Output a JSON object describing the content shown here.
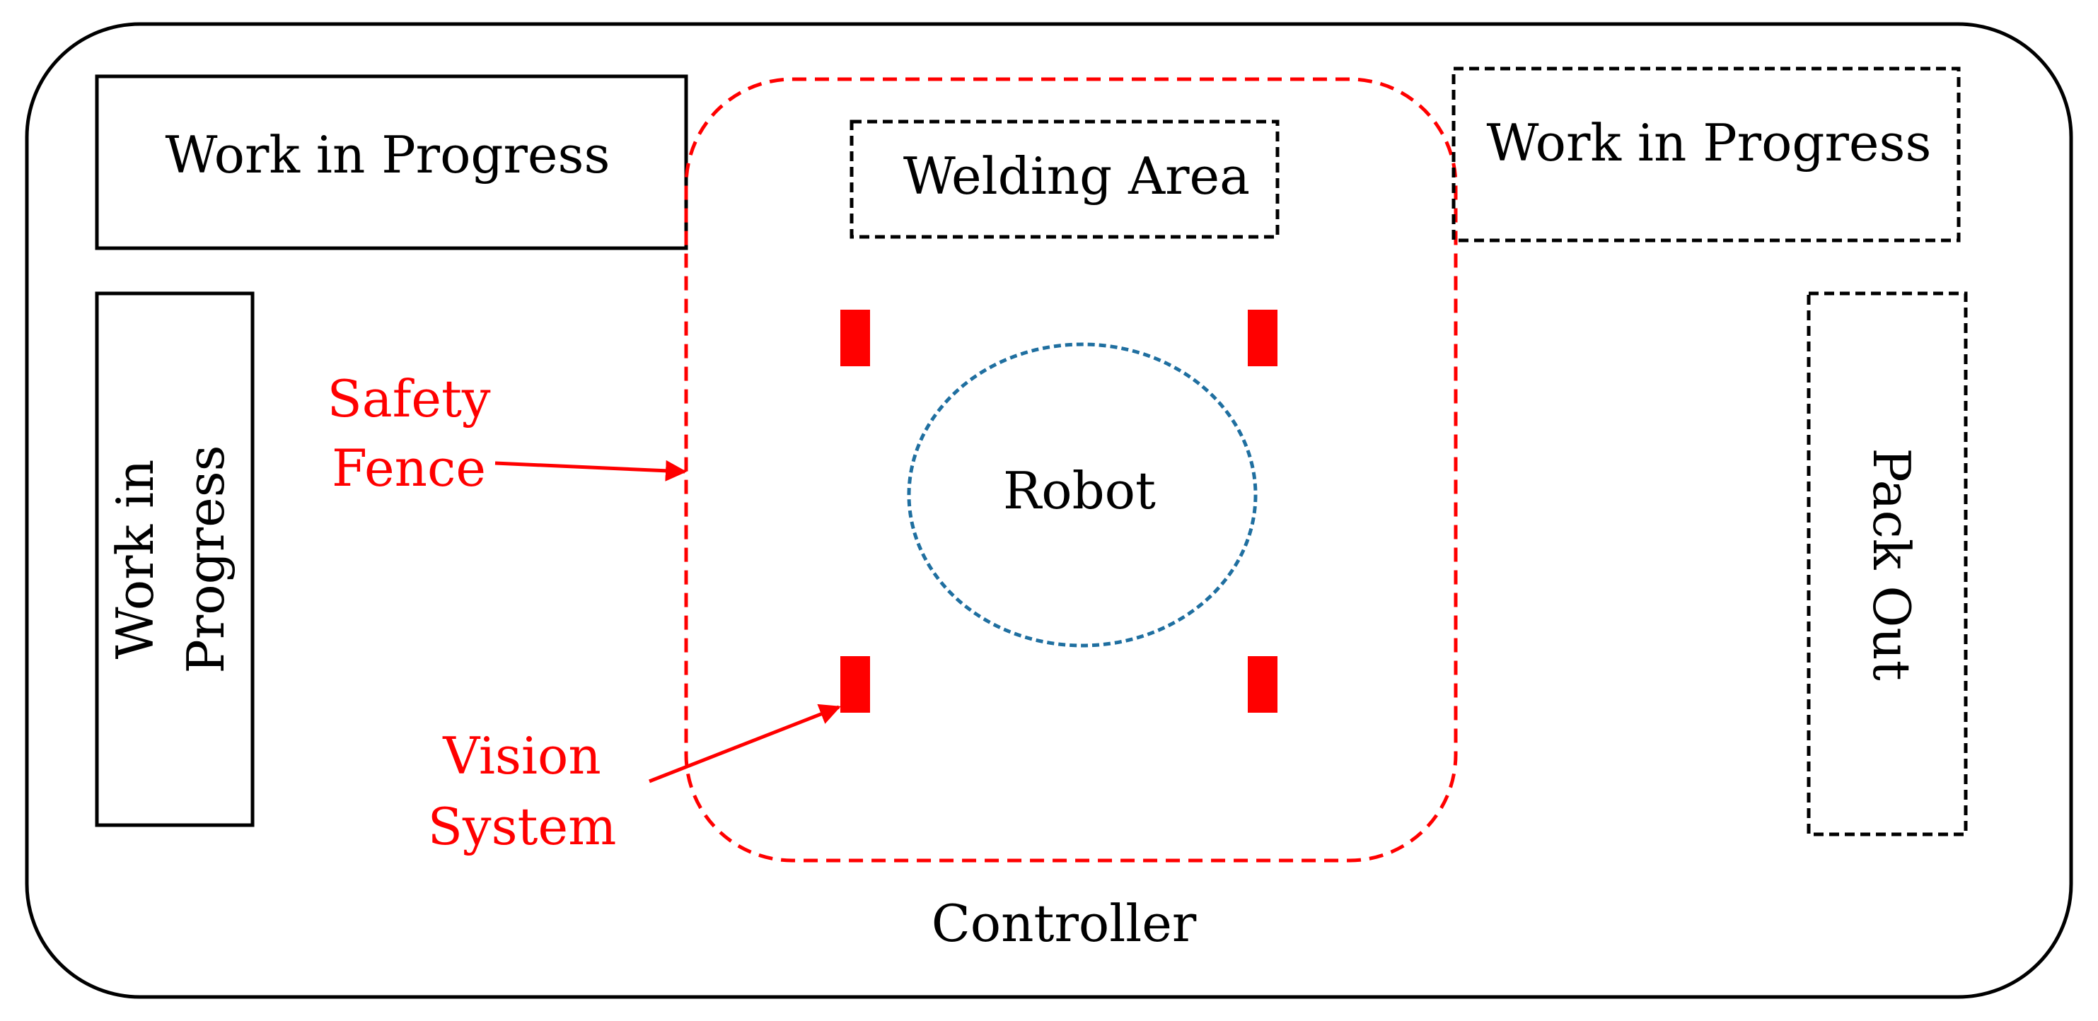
{
  "labels": {
    "wip_top_left": "Work in Progress",
    "welding_area": "Welding Area",
    "wip_top_right": "Work in Progress",
    "wip_left_line1": "Work in",
    "wip_left_line2": "Progress",
    "pack_out": "Pack Out",
    "robot": "Robot",
    "safety_fence_line1": "Safety",
    "safety_fence_line2": "Fence",
    "vision_system_line1": "Vision",
    "vision_system_line2": "System",
    "controller": "Controller"
  },
  "colors": {
    "outline": "#000000",
    "accent_red": "#ff0000",
    "robot_circle": "#1f6fa0",
    "background": "#ffffff"
  }
}
